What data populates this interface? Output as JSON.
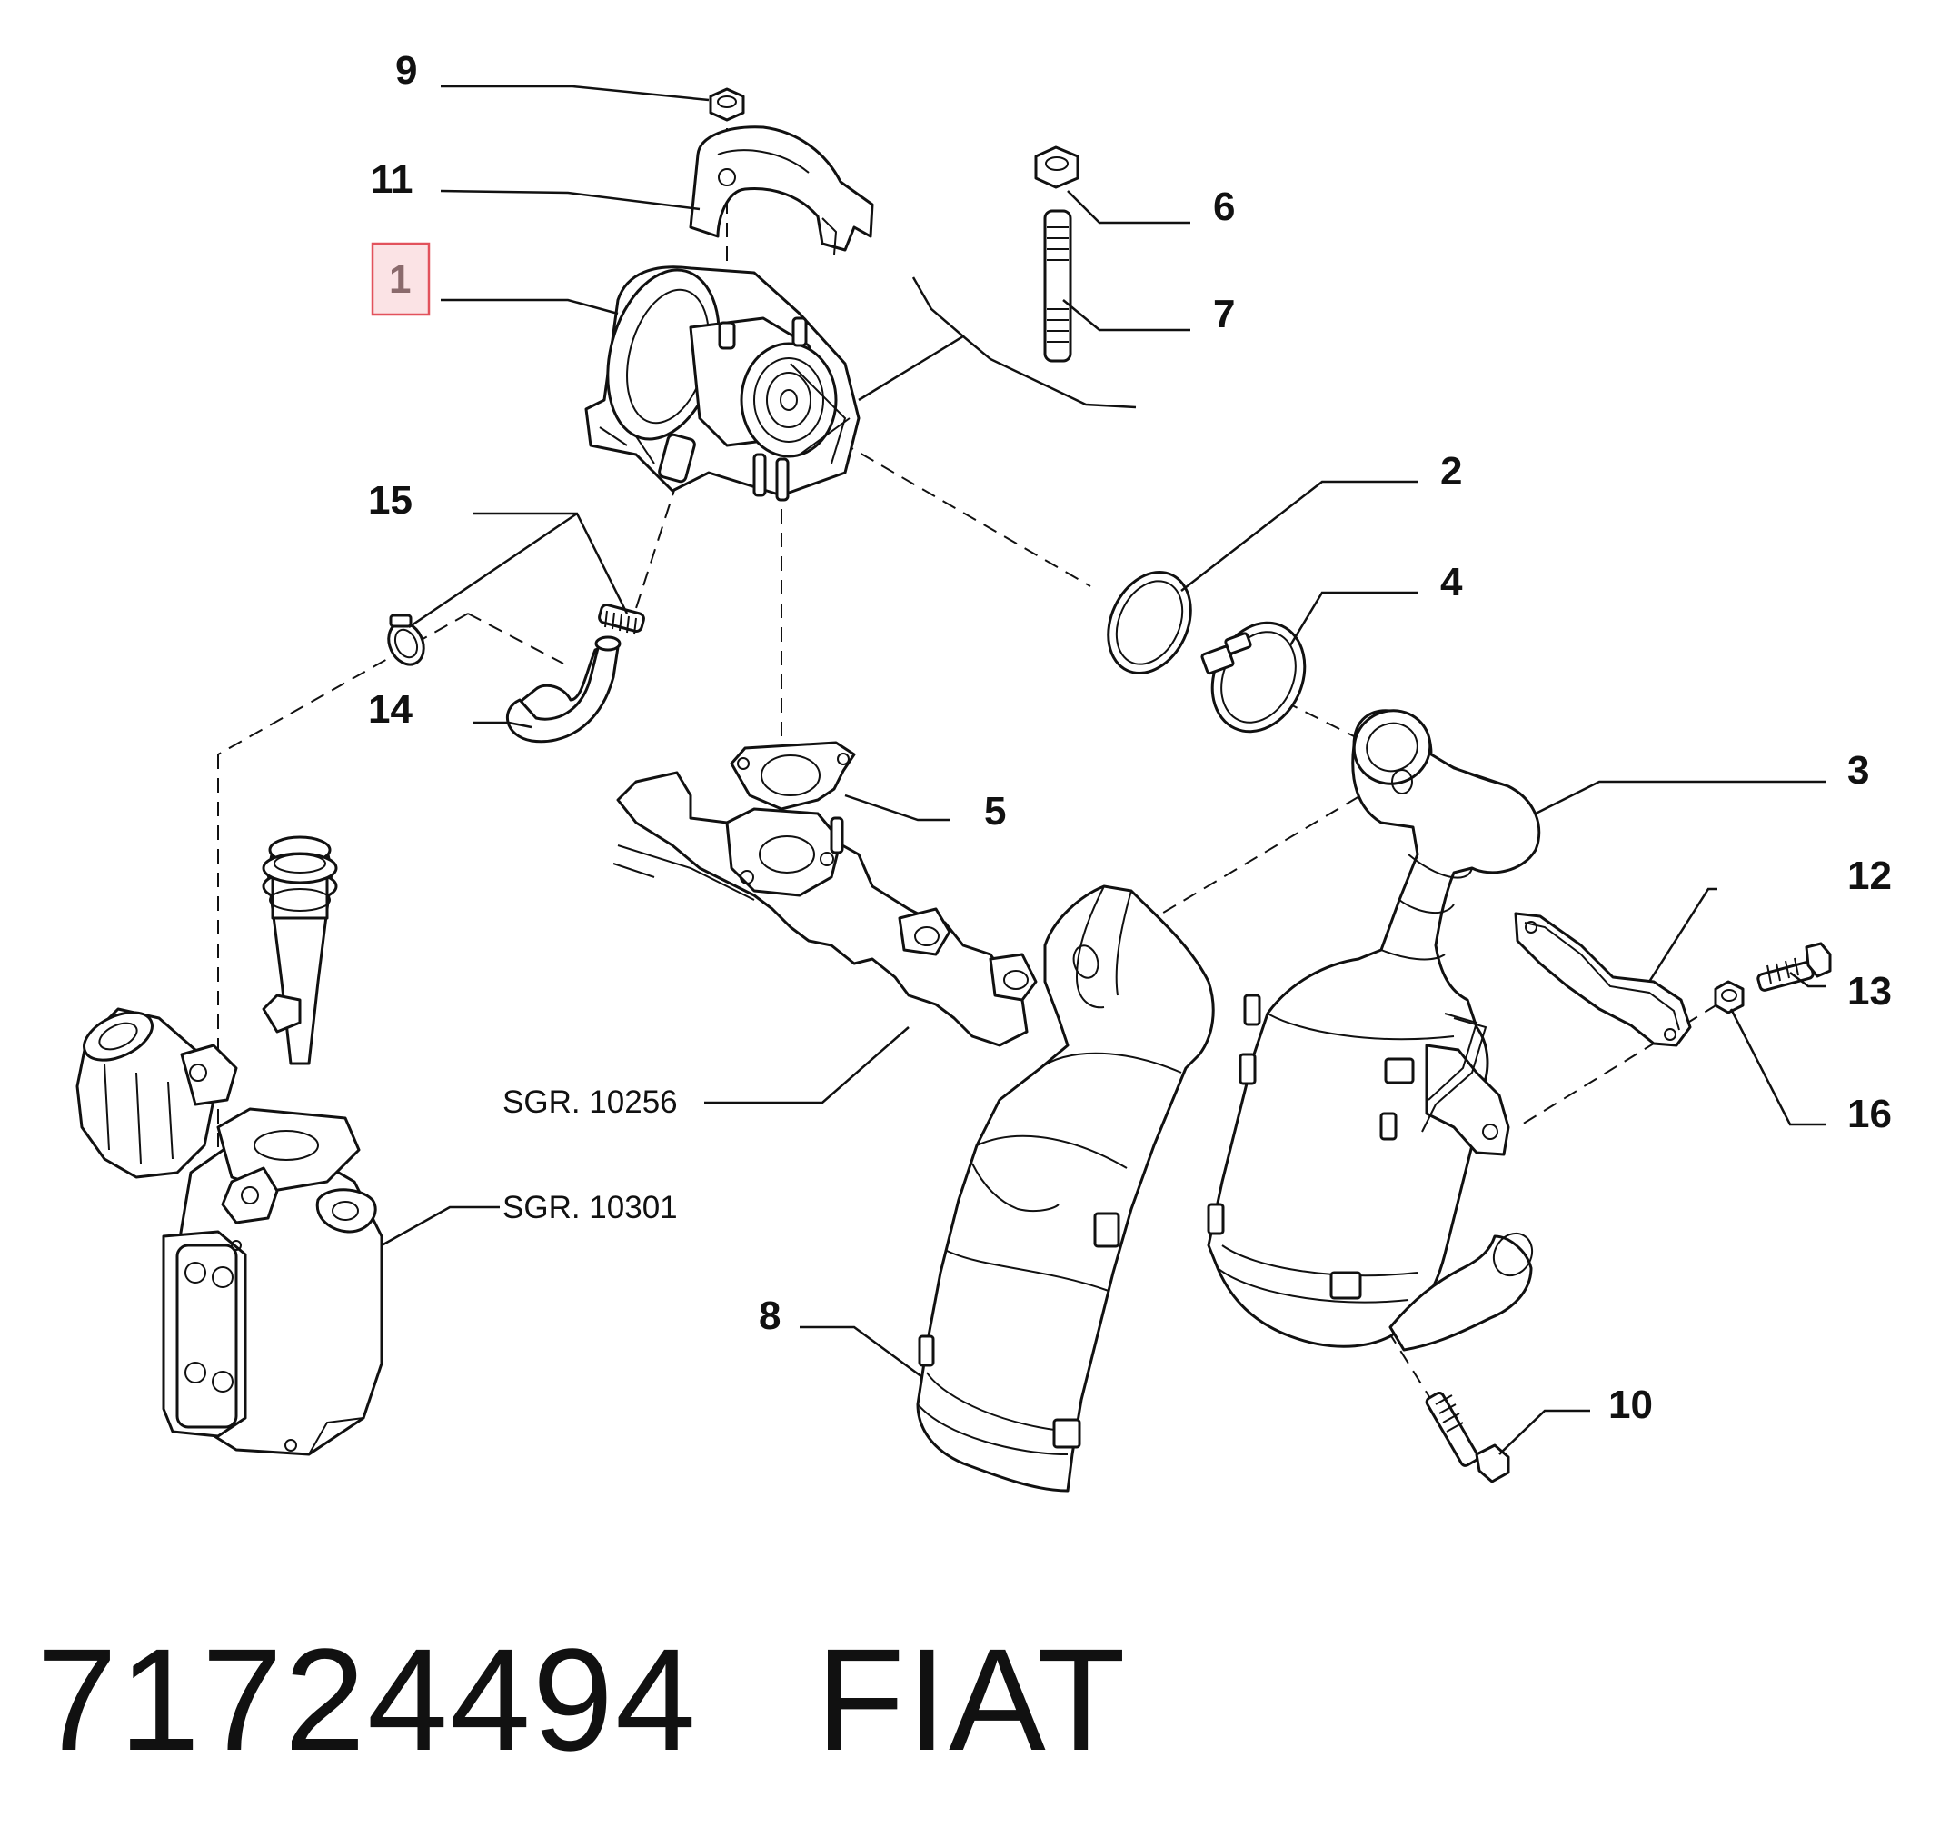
{
  "diagram": {
    "highlighted_callout": "1",
    "callouts": [
      "1",
      "2",
      "3",
      "4",
      "5",
      "6",
      "7",
      "8",
      "9",
      "10",
      "11",
      "12",
      "13",
      "14",
      "15",
      "16"
    ],
    "references": [
      "SGR. 10256",
      "SGR. 10301"
    ],
    "colors": {
      "line": "#111111",
      "highlight_fill": "#fbe3e5",
      "highlight_border": "#e2525c"
    }
  },
  "caption": {
    "part_number": "71724494",
    "brand": "FIAT"
  }
}
